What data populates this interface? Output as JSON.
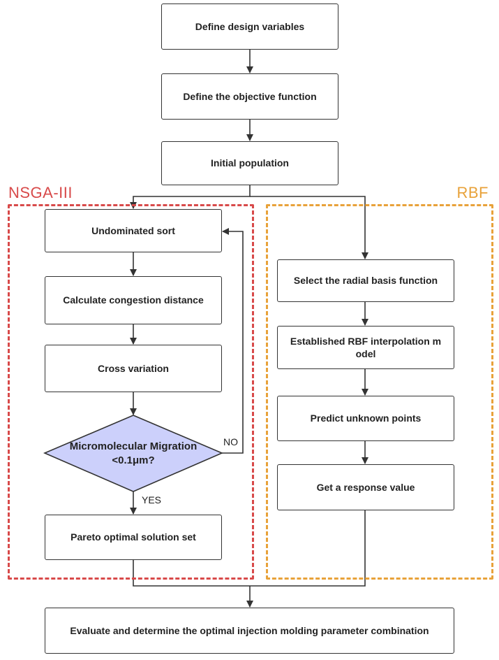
{
  "groups": {
    "nsga": {
      "label": "NSGA-III",
      "color": "#d84a4a"
    },
    "rbf": {
      "label": "RBF",
      "color": "#e8a23a"
    }
  },
  "nodes": {
    "define_vars": "Define design variables",
    "define_obj": "Define the objective function",
    "init_pop": "Initial population",
    "undominated": "Undominated sort",
    "congestion": "Calculate congestion distance",
    "cross": "Cross variation",
    "decision_line1": "Micromolecular Migration",
    "decision_line2": "<0.1μm?",
    "pareto": "Pareto optimal solution set",
    "select_rbf": "Select the radial basis function",
    "established": "Established RBF interpolation m odel",
    "predict": "Predict unknown points",
    "response": "Get a response value",
    "evaluate": "Evaluate and determine the optimal injection molding parameter combination"
  },
  "edge_labels": {
    "no": "NO",
    "yes": "YES"
  },
  "colors": {
    "decision_fill": "#ccd0fb",
    "stroke": "#333333"
  }
}
